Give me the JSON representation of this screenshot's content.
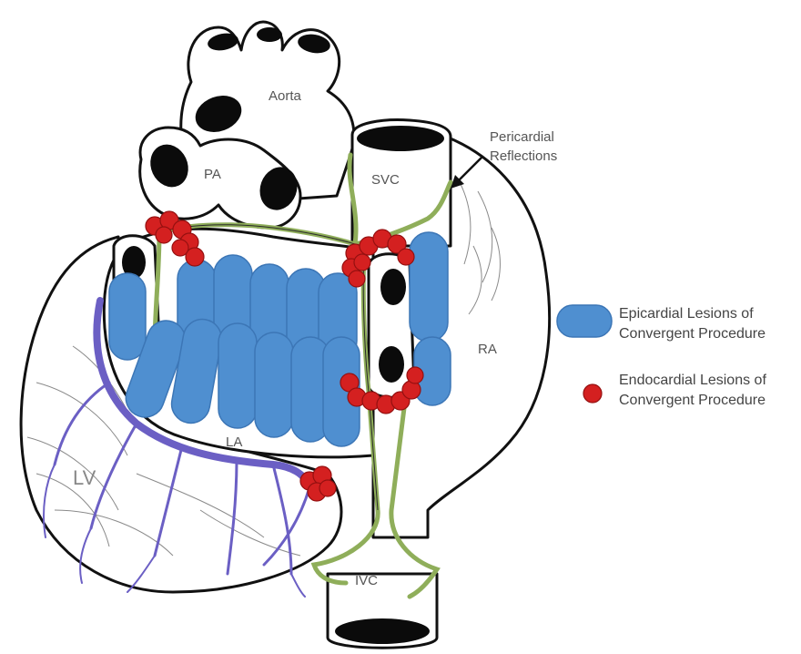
{
  "labels": {
    "aorta": "Aorta",
    "pa": "PA",
    "svc": "SVC",
    "pericardial_line1": "Pericardial",
    "pericardial_line2": "Reflections",
    "ra": "RA",
    "la": "LA",
    "lv": "LV",
    "ivc": "IVC"
  },
  "legend": {
    "epicardial_line1": "Epicardial Lesions of",
    "epicardial_line2": "Convergent Procedure",
    "endocardial_line1": "Endocardial Lesions of",
    "endocardial_line2": "Convergent Procedure"
  },
  "colors": {
    "epicardial": "#4f8fd0",
    "endocardial": "#d42020",
    "reflection": "#8fae5a",
    "coronary": "#6b5fc4"
  }
}
